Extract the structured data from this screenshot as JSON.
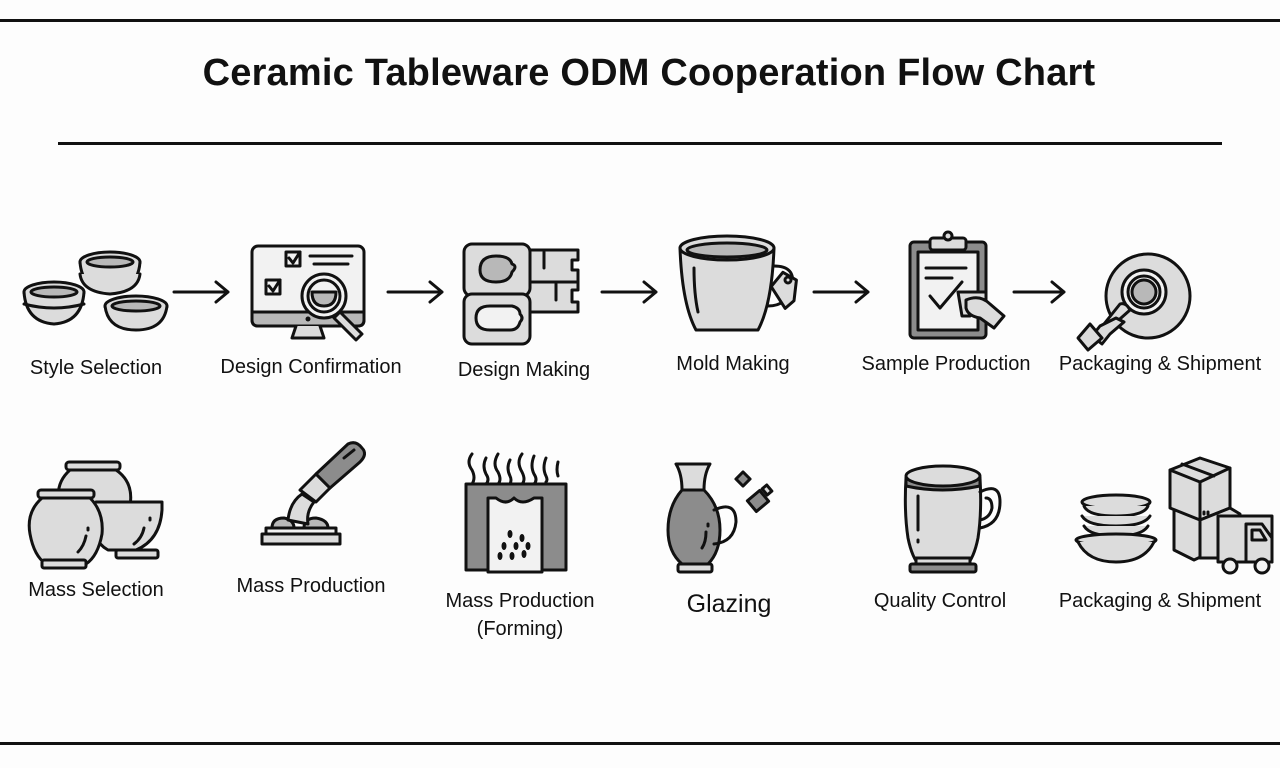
{
  "title": "Ceramic Tableware ODM Cooperation Flow Chart",
  "row1": [
    {
      "label": "Style Selection",
      "icon": "stacked-bowls-icon"
    },
    {
      "label": "Design Confirmation",
      "icon": "monitor-magnifier-icon"
    },
    {
      "label": "Design Making",
      "icon": "mold-plates-icon"
    },
    {
      "label": "Mold Making",
      "icon": "mug-tag-icon"
    },
    {
      "label": "Sample Production",
      "icon": "clipboard-spray-icon"
    },
    {
      "label": "Packaging & Shipment",
      "icon": "plate-inspection-icon"
    }
  ],
  "row2": [
    {
      "label": "Mass Selection",
      "icon": "vases-bowl-icon"
    },
    {
      "label": "Mass Production",
      "icon": "glaze-applicator-icon"
    },
    {
      "label": "Mass Production\n(Forming)",
      "label_line1": "Mass Production",
      "label_line2": "(Forming)",
      "icon": "kiln-icon"
    },
    {
      "label": "Glazing",
      "icon": "pitcher-spray-icon"
    },
    {
      "label": "Quality Control",
      "icon": "tankard-icon"
    },
    {
      "label": "Packaging & Shipment",
      "icon": "boxes-truck-icon"
    }
  ],
  "arrows": {
    "row1_count": 5,
    "direction": "right"
  },
  "colors": {
    "ink": "#111111",
    "background": "#fdfdfd",
    "fill_light": "#dcdcdc",
    "fill_mid": "#b8b8b8",
    "fill_dark": "#8c8c8c"
  }
}
